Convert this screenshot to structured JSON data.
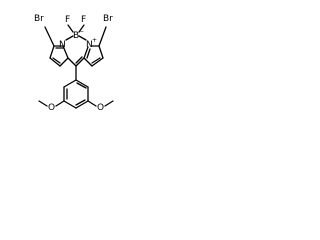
{
  "molecule": {
    "atoms": {
      "br_left": "Br",
      "f_left": "F",
      "f_right": "F",
      "br_right": "Br",
      "n_left": "N",
      "b_center": "B",
      "n_right": "N",
      "o_left": "O",
      "o_right": "O"
    },
    "charges": {
      "boron": "−",
      "nitrogen": "+"
    }
  }
}
